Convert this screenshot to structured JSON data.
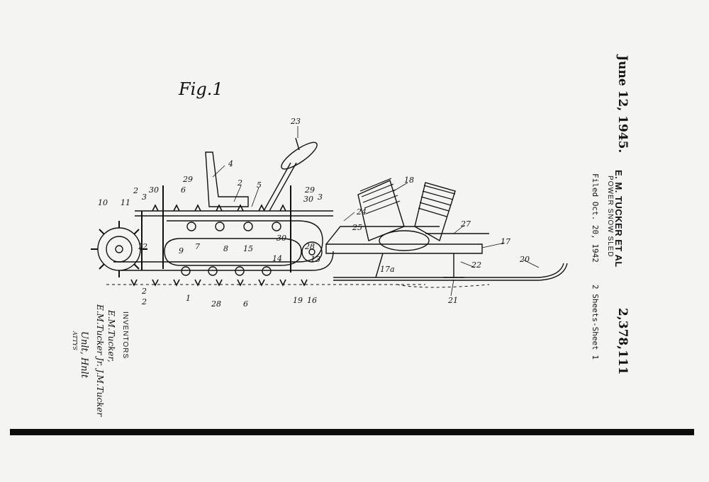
{
  "header": {
    "date": "June 12, 1945.",
    "inventor": "E. M. TUCKER ET AL",
    "title": "POWER SNOW SLED",
    "filed": "Filed Oct. 20, 1942",
    "patent_number": "2,378,111",
    "sheets": "2 Sheets-Sheet 1"
  },
  "figure": {
    "label": "Fig.1",
    "reference_numerals": [
      "23",
      "4",
      "2",
      "5",
      "29",
      "29",
      "3",
      "30",
      "3",
      "30",
      "6",
      "2",
      "10",
      "11",
      "18",
      "24",
      "25",
      "27",
      "17",
      "20",
      "7",
      "8",
      "12",
      "9",
      "15",
      "30",
      "28",
      "14",
      "13",
      "17a",
      "22",
      "21",
      "1",
      "2",
      "19",
      "16",
      "28",
      "6",
      "2"
    ]
  },
  "signature": {
    "inventors_label": "INVENTORS",
    "names_line1": "E.M.Tucker,",
    "names_line2": "E.M.Tucker Jr. J.M.Tucker",
    "attorneys_signature": "Unlt, Hnlt",
    "attorneys_label": "ATTYS"
  }
}
